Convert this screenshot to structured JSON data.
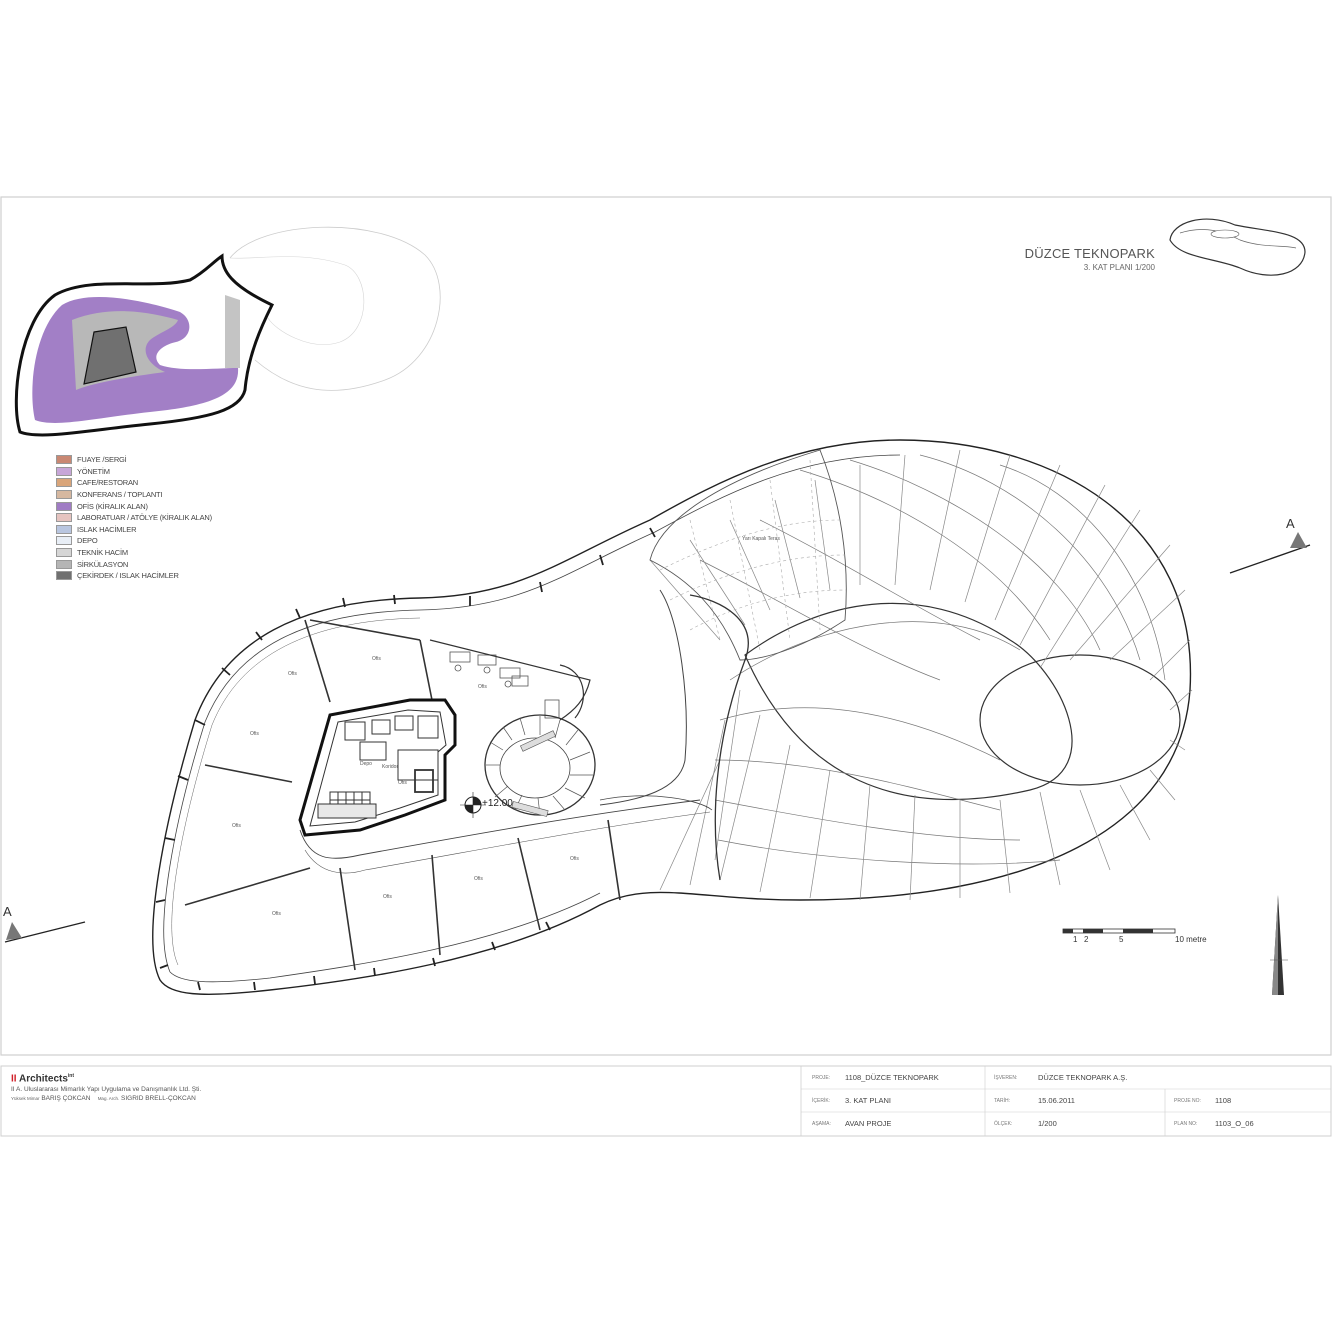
{
  "project_title": "DÜZCE TEKNOPARK",
  "sheet_subtitle": "3. KAT PLANI 1/200",
  "legend": [
    {
      "label": "FUAYE /SERGİ",
      "color": "#c98873"
    },
    {
      "label": "YÖNETİM",
      "color": "#c7a6d8"
    },
    {
      "label": "CAFE/RESTORAN",
      "color": "#d9a57a"
    },
    {
      "label": "KONFERANS / TOPLANTI",
      "color": "#d6b8a0"
    },
    {
      "label": "OFİS (KİRALIK ALAN)",
      "color": "#a07cc4"
    },
    {
      "label": "LABORATUAR / ATÖLYE (KİRALIK ALAN)",
      "color": "#e6c4c0"
    },
    {
      "label": "ISLAK HACİMLER",
      "color": "#b9c6e0"
    },
    {
      "label": "DEPO",
      "color": "#e8eef6"
    },
    {
      "label": "TEKNİK HACİM",
      "color": "#d6d6d6"
    },
    {
      "label": "SİRKÜLASYON",
      "color": "#b5b5b5"
    },
    {
      "label": "ÇEKİRDEK / ISLAK HACİMLER",
      "color": "#707070"
    }
  ],
  "section_marker": "A",
  "elevation": "+12.00",
  "scale_bar": {
    "ticks": [
      "1",
      "2",
      "5",
      "10 metre"
    ]
  },
  "room_labels": [
    "Ofis",
    "Ofis",
    "Ofis",
    "Ofis",
    "Ofis",
    "Ofis",
    "Ofis",
    "Ofis",
    "Ofis",
    "Ofis",
    "Depo",
    "Koridor",
    "Yarı Kapalı Teras"
  ],
  "firm": {
    "name_mark": "II",
    "name": "Architects",
    "sup": "int",
    "full_name": "II A. Uluslararası Mimarlık Yapı Uygulama ve Danışmanlık Ltd. Şti.",
    "principal_label": "Yüksek Mimar",
    "principal": "BARIŞ ÇOKCAN",
    "partner_label": "Mag. Arch.",
    "partner": "SIGRID BRELL-ÇOKCAN"
  },
  "title_block": {
    "proje_label": "PROJE:",
    "proje": "1108_DÜZCE TEKNOPARK",
    "icerik_label": "İÇERİK:",
    "icerik": "3. KAT PLANI",
    "asama_label": "AŞAMA:",
    "asama": "AVAN PROJE",
    "isveren_label": "İŞVEREN:",
    "isveren": "DÜZCE TEKNOPARK A.Ş.",
    "tarih_label": "TARİH:",
    "tarih": "15.06.2011",
    "olcek_label": "ÖLÇEK:",
    "olcek": "1/200",
    "proje_no_label": "PROJE NO:",
    "proje_no": "1108",
    "plan_no_label": "PLAN NO:",
    "plan_no": "1103_O_06"
  },
  "colors": {
    "office": "#a27fc6",
    "core": "#707070",
    "circulation": "#b8b8b8",
    "line": "#333333"
  }
}
